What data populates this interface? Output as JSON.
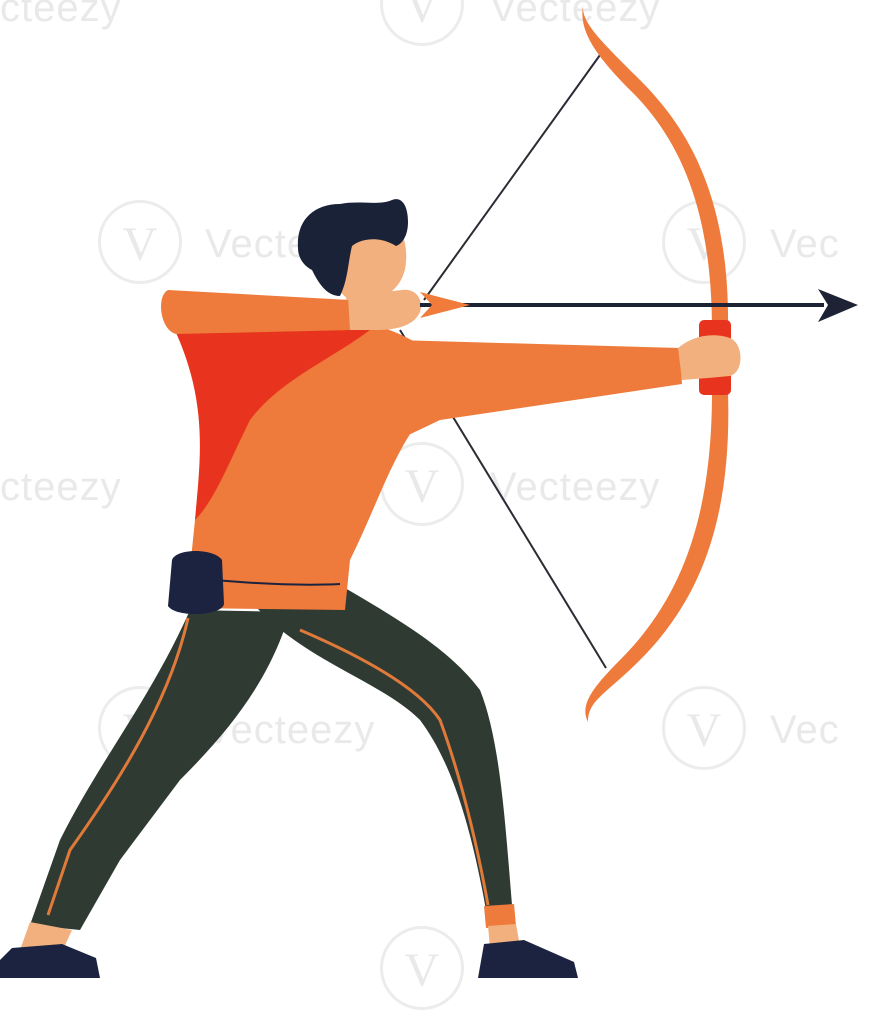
{
  "image": {
    "subject": "archer-illustration",
    "background": "#ffffff"
  },
  "colors": {
    "bow": "#ee7a3c",
    "bow_grip": "#e8341e",
    "bowstring": "#2b2b33",
    "arrow_shaft": "#1e2235",
    "arrow_fletching": "#f07b3a",
    "shirt": "#ee7a3c",
    "shirt_shadow": "#e8341e",
    "skin": "#f2b07e",
    "hair": "#1a2238",
    "pants": "#2f3a33",
    "pants_stripe": "#e07a3a",
    "shoes": "#1c2340",
    "pouch": "#1c2340",
    "watermark": "#e9e9e9"
  },
  "watermark": {
    "brand": "Vecteezy",
    "partial_left": "cteezy",
    "partial_right": "Vec",
    "logo_glyph": "V"
  }
}
